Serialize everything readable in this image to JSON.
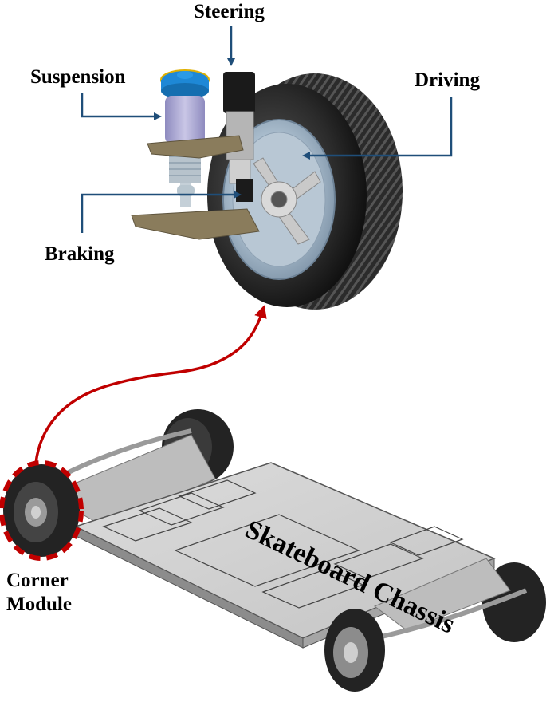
{
  "title": "Corner module and skateboard chassis diagram",
  "colors": {
    "callout_arrow": "#1f4e79",
    "link_arrow": "#c00000",
    "tire": "#2a2a2a",
    "suspension_cap": "#1e88d6",
    "air_spring": "#a9a6d0",
    "control_arm": "#8a7c5c",
    "chassis": "#cfcfcf"
  },
  "labels": {
    "steering": "Steering",
    "suspension": "Suspension",
    "driving": "Driving",
    "braking": "Braking",
    "corner_module_line1": "Corner",
    "corner_module_line2": "Module",
    "skateboard_chassis": "Skateboard Chassis"
  },
  "components": [
    "Steering",
    "Suspension",
    "Driving",
    "Braking"
  ]
}
